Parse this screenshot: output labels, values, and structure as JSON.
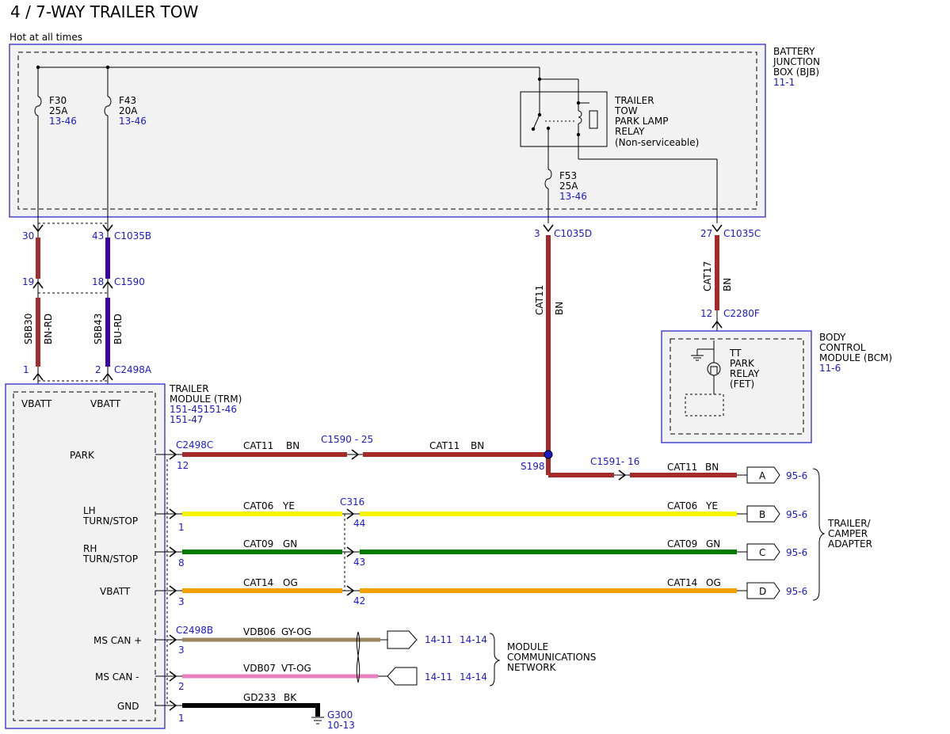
{
  "title": "4 / 7-WAY TRAILER TOW",
  "hot_label": "Hot at all times",
  "bjb": {
    "name_lines": [
      "BATTERY",
      "JUNCTION",
      "BOX (BJB)"
    ],
    "ref": "11-1",
    "fuses": [
      {
        "id": "F30",
        "rating": "25A",
        "ref": "13-46"
      },
      {
        "id": "F43",
        "rating": "20A",
        "ref": "13-46"
      },
      {
        "id": "F53",
        "rating": "25A",
        "ref": "13-46"
      }
    ],
    "relay_lines": [
      "TRAILER",
      "TOW",
      "PARK LAMP",
      "RELAY",
      "(Non-serviceable)"
    ]
  },
  "bcm": {
    "name_lines": [
      "BODY",
      "CONTROL",
      "MODULE (BCM)"
    ],
    "ref": "11-6",
    "relay_lines": [
      "TT",
      "PARK",
      "RELAY",
      "(FET)"
    ]
  },
  "trm": {
    "name_lines": [
      "TRAILER",
      "MODULE (TRM)"
    ],
    "ref_lines": [
      "151-45151-46",
      "151-47"
    ],
    "pins": [
      "VBATT",
      "VBATT",
      "PARK",
      "LH",
      "TURN/STOP",
      "RH",
      "TURN/STOP",
      "VBATT",
      "MS CAN +",
      "MS CAN -",
      "GND"
    ]
  },
  "connectors": {
    "c1035b": "C1035B",
    "c1590": "C1590",
    "c2498a": "C2498A",
    "c1035d": "C1035D",
    "c1035c": "C1035C",
    "c2280f": "C2280F",
    "c2498c": "C2498C",
    "c1590_25": "C1590 -  25",
    "c1591_16": "C1591- 16",
    "c316": "C316",
    "c2498b": "C2498B",
    "s198": "S198"
  },
  "pin_numbers": {
    "p30": "30",
    "p43": "43",
    "p19": "19",
    "p18": "18",
    "p1": "1",
    "p2": "2",
    "p3": "3",
    "p27": "27",
    "p12": "12",
    "park": "12",
    "lh": "1",
    "rh": "8",
    "vb": "3",
    "lh2": "44",
    "rh2": "43",
    "vb2": "42",
    "can_p": "3",
    "can_m": "2",
    "gnd": "1"
  },
  "circuits": {
    "sbb30": "SBB30",
    "bnrd": "BN-RD",
    "sbb43": "SBB43",
    "burd": "BU-RD",
    "cat11": "CAT11",
    "bn": "BN",
    "cat17": "CAT17",
    "cat06": "CAT06",
    "ye": "YE",
    "cat09": "CAT09",
    "gn": "GN",
    "cat14": "CAT14",
    "og": "OG",
    "vdb06": "VDB06",
    "gyog": "GY-OG",
    "vdb07": "VDB07",
    "vtog": "VT-OG",
    "gd233": "GD233",
    "bk": "BK"
  },
  "adapter": {
    "pins": [
      "A",
      "B",
      "C",
      "D"
    ],
    "ref": "95-6",
    "name_lines": [
      "TRAILER/",
      "CAMPER",
      "ADAPTER"
    ]
  },
  "network": {
    "ref1": "14-11",
    "ref2": "14-14",
    "name_lines": [
      "MODULE",
      "COMMUNICATIONS",
      "NETWORK"
    ]
  },
  "ground": {
    "id": "G300",
    "ref": "10-13"
  },
  "colors": {
    "wire_bn": "#a52a2a",
    "wire_bu": "#3c00aa",
    "wire_ye": "#f5f500",
    "wire_gn": "#007a00",
    "wire_og": "#f59f00",
    "wire_gy_og": "#9a8660",
    "wire_vt_og": "#e880c0",
    "wire_bk": "#000000",
    "ref_text": "#1a1acc",
    "box_border": "#1a1acc",
    "box_fill": "#f2f2f2"
  }
}
